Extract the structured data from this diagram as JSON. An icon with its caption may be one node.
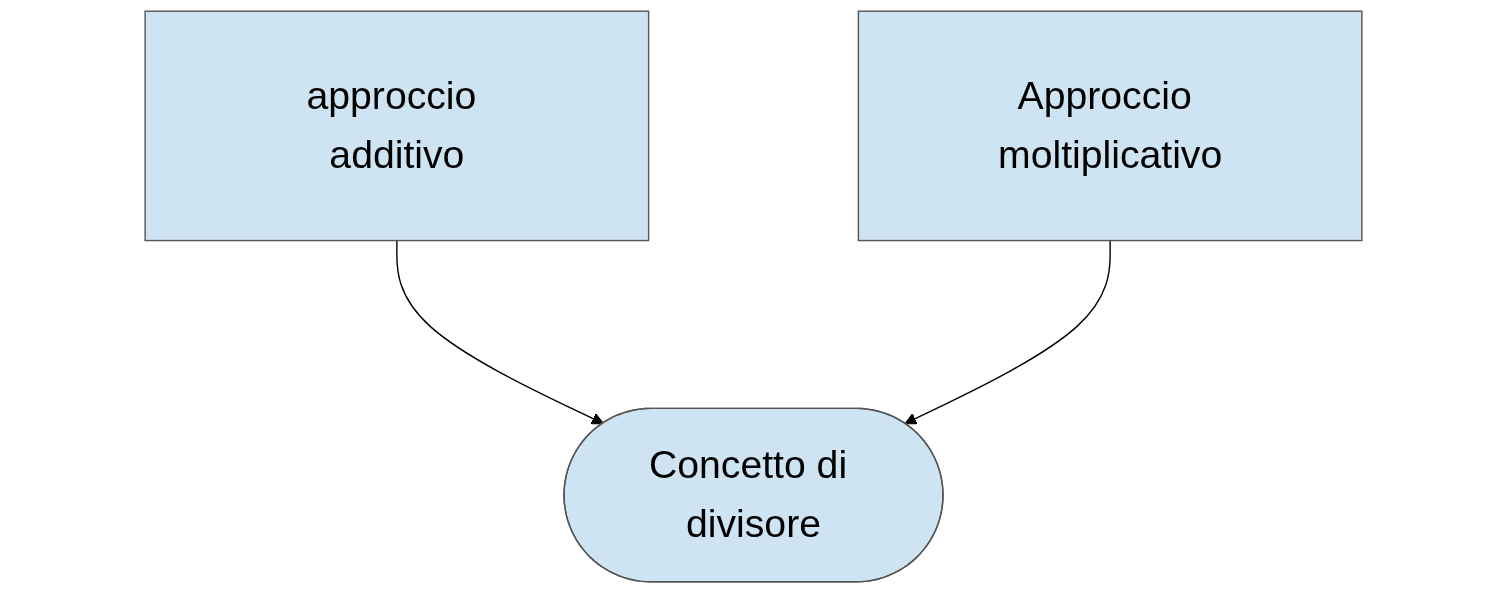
{
  "diagram": {
    "nodes": [
      {
        "text": [
          "approccio additivo"
        ]
      },
      {
        "text": [
          "Approccio moltiplicativo"
        ]
      },
      {
        "text": [
          "Concetto di divisore"
        ]
      }
    ],
    "edges": [
      {
        "from": 0,
        "to": 2,
        "arrow": "to"
      },
      {
        "from": 1,
        "to": 2,
        "arrow": "to"
      }
    ]
  }
}
